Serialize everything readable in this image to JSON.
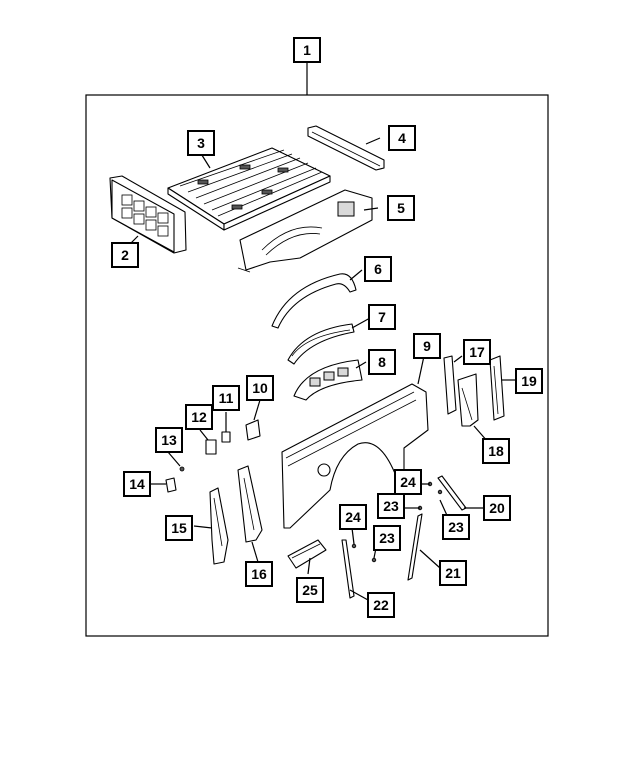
{
  "diagram": {
    "callouts": {
      "c1": "1",
      "c2": "2",
      "c3": "3",
      "c4": "4",
      "c5": "5",
      "c6": "6",
      "c7": "7",
      "c8": "8",
      "c9": "9",
      "c10": "10",
      "c11": "11",
      "c12": "12",
      "c13": "13",
      "c14": "14",
      "c15": "15",
      "c16": "16",
      "c17": "17",
      "c18": "18",
      "c19": "19",
      "c20": "20",
      "c21": "21",
      "c22": "22",
      "c23a": "23",
      "c23b": "23",
      "c23c": "23",
      "c24a": "24",
      "c24b": "24",
      "c25": "25"
    },
    "colors": {
      "line": "#000000",
      "background": "#ffffff",
      "fill_grey": "#d9d9d9"
    }
  }
}
